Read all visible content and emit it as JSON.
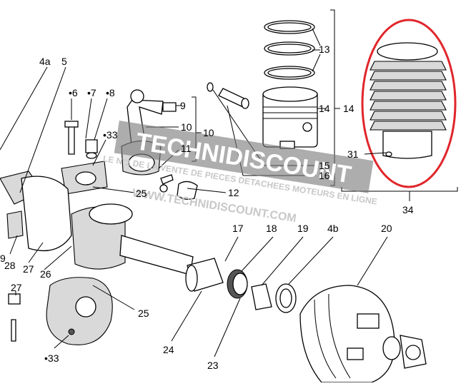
{
  "diagram": {
    "labels": [
      {
        "id": "4a",
        "text": "4a"
      },
      {
        "id": "5",
        "text": "5"
      },
      {
        "id": "6",
        "text": "•6"
      },
      {
        "id": "7",
        "text": "•7"
      },
      {
        "id": "8",
        "text": "•8"
      },
      {
        "id": "33a",
        "text": "•33"
      },
      {
        "id": "9",
        "text": "9"
      },
      {
        "id": "10a",
        "text": "10"
      },
      {
        "id": "10b",
        "text": "10"
      },
      {
        "id": "11",
        "text": "11"
      },
      {
        "id": "12",
        "text": "12"
      },
      {
        "id": "13",
        "text": "13"
      },
      {
        "id": "14a",
        "text": "14"
      },
      {
        "id": "14b",
        "text": "14"
      },
      {
        "id": "15",
        "text": "15"
      },
      {
        "id": "16",
        "text": "16"
      },
      {
        "id": "17",
        "text": "17"
      },
      {
        "id": "18",
        "text": "18"
      },
      {
        "id": "19",
        "text": "19"
      },
      {
        "id": "4b",
        "text": "4b"
      },
      {
        "id": "20",
        "text": "20"
      },
      {
        "id": "31",
        "text": "31"
      },
      {
        "id": "34",
        "text": "34"
      },
      {
        "id": "25a",
        "text": "25"
      },
      {
        "id": "25b",
        "text": "25"
      },
      {
        "id": "26",
        "text": "26"
      },
      {
        "id": "27a",
        "text": "27"
      },
      {
        "id": "27b",
        "text": "27"
      },
      {
        "id": "28",
        "text": "28"
      },
      {
        "id": "29",
        "text": "9"
      },
      {
        "id": "24",
        "text": "24"
      },
      {
        "id": "23",
        "text": "23"
      },
      {
        "id": "33b",
        "text": "•33"
      }
    ],
    "highlight_color": "#e0262b"
  },
  "watermark": {
    "brand": "TECHNIDISCOUNT",
    "tagline": "LE N°1 DE LA VENTE DE PIECES DETACHEES MOTEURS EN LIGNE",
    "url": "WWW.TECHNIDISCOUNT.COM"
  }
}
